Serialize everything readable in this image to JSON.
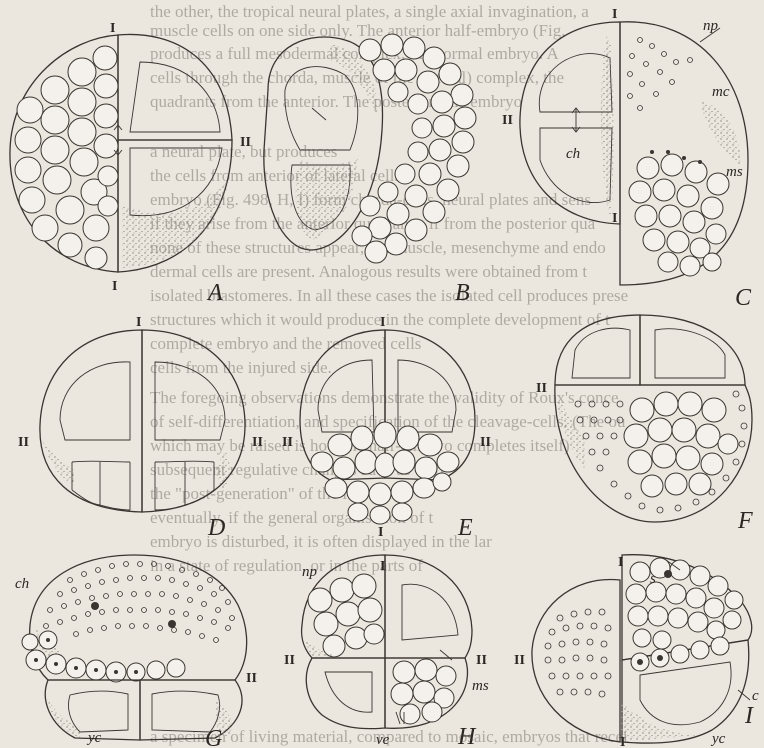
{
  "background_text": [
    "the other, the tropical neural plates, a single axial invagination, a",
    "muscle cells on one side only. The anterior half-embryo (Fig.",
    "produces a full mesodermal complex, the normal embryo. A",
    "cells through the chorda, muscle of the (lateral) complex, the",
    "quadrants from the anterior. The posterior half-embryo",
    "a neural plate, but produces",
    "the cells from anterior of lateral cells",
    "embryo (Fig. 498, H, I) form chorda-cells, neural plates and sens",
    "if they arise from the anterior quadrants; if from the posterior qua",
    "none of these structures appear, but muscle, mesenchyme and endo",
    "dermal cells are present. Analogous results were obtained from t",
    "isolated blastomeres. In all these cases the isolated cell produces prese",
    "structures which it would produce in the complete development of t",
    "complete embryo and the removed cells",
    "cells from the injured side.",
    "The foregoing observations demonstrate the validity of Roux's conce",
    "of self-differentiation, and specification of the cleavage-cells. (The ou",
    "which may be raised is how the half-embryo completes itself)",
    "subsequent regulative changes such as were",
    "the \"post-generation\" of the lost half",
    "eventually, if the general organisation of t",
    "embryo is disturbed, it is often displayed in the lar",
    "in a state of regulation, or in the parts of",
    "a specimen of living material, compared to mosaic, embryos that recei"
  ],
  "figure": {
    "panels": [
      "A",
      "B",
      "C",
      "D",
      "E",
      "F",
      "G",
      "H",
      "I"
    ],
    "roman": {
      "one": "I",
      "two": "II"
    },
    "parts": {
      "np": "np",
      "mc": "mc",
      "ch": "ch",
      "ms": "ms",
      "ve": "ve",
      "yc": "yc",
      "s": "s",
      "c": "c"
    }
  },
  "colors": {
    "paper": "#ebe6de",
    "ink": "#3a3530",
    "stipple": "#8a847b"
  }
}
